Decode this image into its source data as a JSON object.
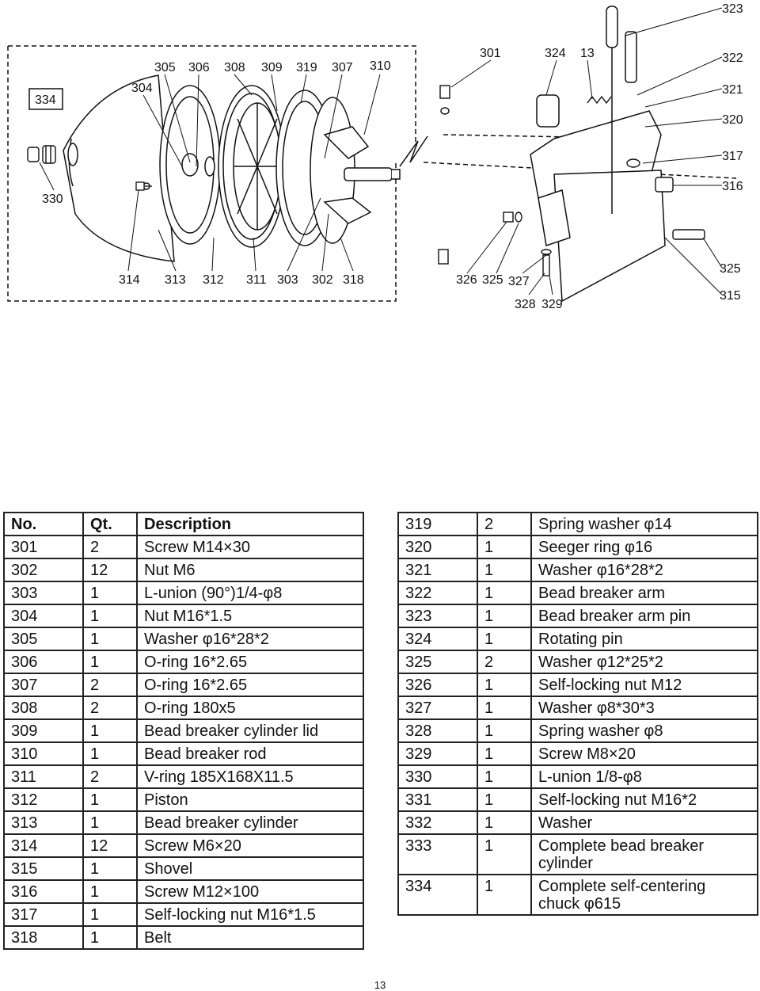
{
  "diagram": {
    "left_labels": [
      "305",
      "306",
      "308",
      "309",
      "319",
      "307",
      "310",
      "304",
      "334",
      "330",
      "314",
      "313",
      "312",
      "311",
      "303",
      "302",
      "318"
    ],
    "right_labels": [
      "301",
      "324",
      "13",
      "323",
      "322",
      "321",
      "320",
      "317",
      "316",
      "325",
      "315",
      "326",
      "325",
      "327",
      "328",
      "329"
    ]
  },
  "table_left": {
    "headers": {
      "no": "No.",
      "qt": "Qt.",
      "description": "Description"
    },
    "rows": [
      {
        "no": "301",
        "qt": "2",
        "description": "Screw M14×30"
      },
      {
        "no": "302",
        "qt": "12",
        "description": "Nut M6"
      },
      {
        "no": "303",
        "qt": "1",
        "description": "L-union (90°)1/4-φ8"
      },
      {
        "no": "304",
        "qt": "1",
        "description": "Nut M16*1.5"
      },
      {
        "no": "305",
        "qt": "1",
        "description": "Washer φ16*28*2"
      },
      {
        "no": "306",
        "qt": "1",
        "description": "O-ring 16*2.65"
      },
      {
        "no": "307",
        "qt": "2",
        "description": "O-ring 16*2.65"
      },
      {
        "no": "308",
        "qt": "2",
        "description": "O-ring 180x5"
      },
      {
        "no": "309",
        "qt": "1",
        "description": "Bead breaker cylinder lid"
      },
      {
        "no": "310",
        "qt": "1",
        "description": "Bead breaker rod"
      },
      {
        "no": "311",
        "qt": "2",
        "description": "V-ring 185X168X11.5"
      },
      {
        "no": "312",
        "qt": "1",
        "description": "Piston"
      },
      {
        "no": "313",
        "qt": "1",
        "description": "Bead breaker cylinder"
      },
      {
        "no": "314",
        "qt": "12",
        "description": "Screw M6×20"
      },
      {
        "no": "315",
        "qt": "1",
        "description": "Shovel"
      },
      {
        "no": "316",
        "qt": "1",
        "description": "Screw M12×100"
      },
      {
        "no": "317",
        "qt": "1",
        "description": "Self-locking nut M16*1.5"
      },
      {
        "no": "318",
        "qt": "1",
        "description": "Belt"
      }
    ]
  },
  "table_right": {
    "rows": [
      {
        "no": "319",
        "qt": "2",
        "description": "Spring washer  φ14"
      },
      {
        "no": "320",
        "qt": "1",
        "description": "Seeger ring φ16"
      },
      {
        "no": "321",
        "qt": "1",
        "description": "Washer φ16*28*2"
      },
      {
        "no": "322",
        "qt": "1",
        "description": "Bead breaker arm"
      },
      {
        "no": "323",
        "qt": "1",
        "description": "Bead breaker arm pin"
      },
      {
        "no": "324",
        "qt": "1",
        "description": "Rotating pin"
      },
      {
        "no": "325",
        "qt": "2",
        "description": "Washer φ12*25*2"
      },
      {
        "no": "326",
        "qt": "1",
        "description": "Self-locking nut M12"
      },
      {
        "no": "327",
        "qt": "1",
        "description": "Washer φ8*30*3"
      },
      {
        "no": "328",
        "qt": "1",
        "description": "Spring washer φ8"
      },
      {
        "no": "329",
        "qt": "1",
        "description": "Screw M8×20"
      },
      {
        "no": "330",
        "qt": "1",
        "description": "L-union 1/8-φ8"
      },
      {
        "no": "331",
        "qt": "1",
        "description": "Self-locking nut M16*2"
      },
      {
        "no": "332",
        "qt": "1",
        "description": "Washer"
      },
      {
        "no": "333",
        "qt": "1",
        "description": "Complete bead breaker cylinder"
      },
      {
        "no": "334",
        "qt": "1",
        "description": "Complete self-centering chuck φ615"
      }
    ]
  },
  "page_number": "13"
}
